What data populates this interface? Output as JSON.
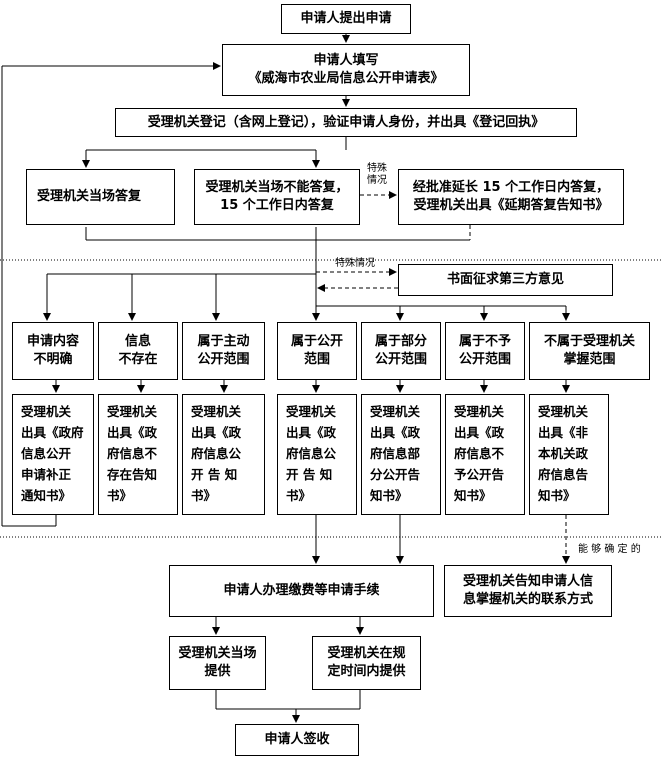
{
  "start": "申请人提出申请",
  "fill_form": "申请人填写\n《威海市农业局信息公开申请表》",
  "register": "受理机关登记（含网上登记），验证申请人身份，并出具《登记回执》",
  "reply_on_spot": "受理机关当场答复",
  "reply_15_days": "受理机关当场不能答复，\n15 个工作日内答复",
  "special_label_1": "特殊\n情况",
  "extend_15_days": "经批准延长 15 个工作日内答复，\n受理机关出具《延期答复告知书》",
  "special_label_2": "特殊情况",
  "third_party": "书面征求第三方意见",
  "categories": [
    "申请内容\n不明确",
    "信息\n不存在",
    "属于主动\n公开范围",
    "属于公开\n范围",
    "属于部分\n公开范围",
    "属于不予\n公开范围",
    "不属于受理机关\n掌握范围"
  ],
  "notices": [
    "受理机关\n出具《政府\n信息公开\n申请补正\n通知书》",
    "受理机关\n出具《政\n府信息不\n存在告知\n书》",
    "受理机关\n出具《政\n府信息公\n开 告 知\n书》",
    "受理机关\n出具《政\n府信息公\n开 告 知\n书》",
    "受理机关\n出具《政\n府信息部\n分公开告\n知书》",
    "受理机关\n出具《政\n府信息不\n予公开告\n知书》",
    "受理机关\n出具《非\n本机关政\n府信息告\n知书》"
  ],
  "can_determine_label": "能 够 确 定 的",
  "pay_fees": "申请人办理缴费等申请手续",
  "inform_contact": "受理机关告知申请人信\n息掌握机关的联系方式",
  "provide_on_spot": "受理机关当场\n提供",
  "provide_in_time": "受理机关在规\n定时间内提供",
  "sign": "申请人签收"
}
